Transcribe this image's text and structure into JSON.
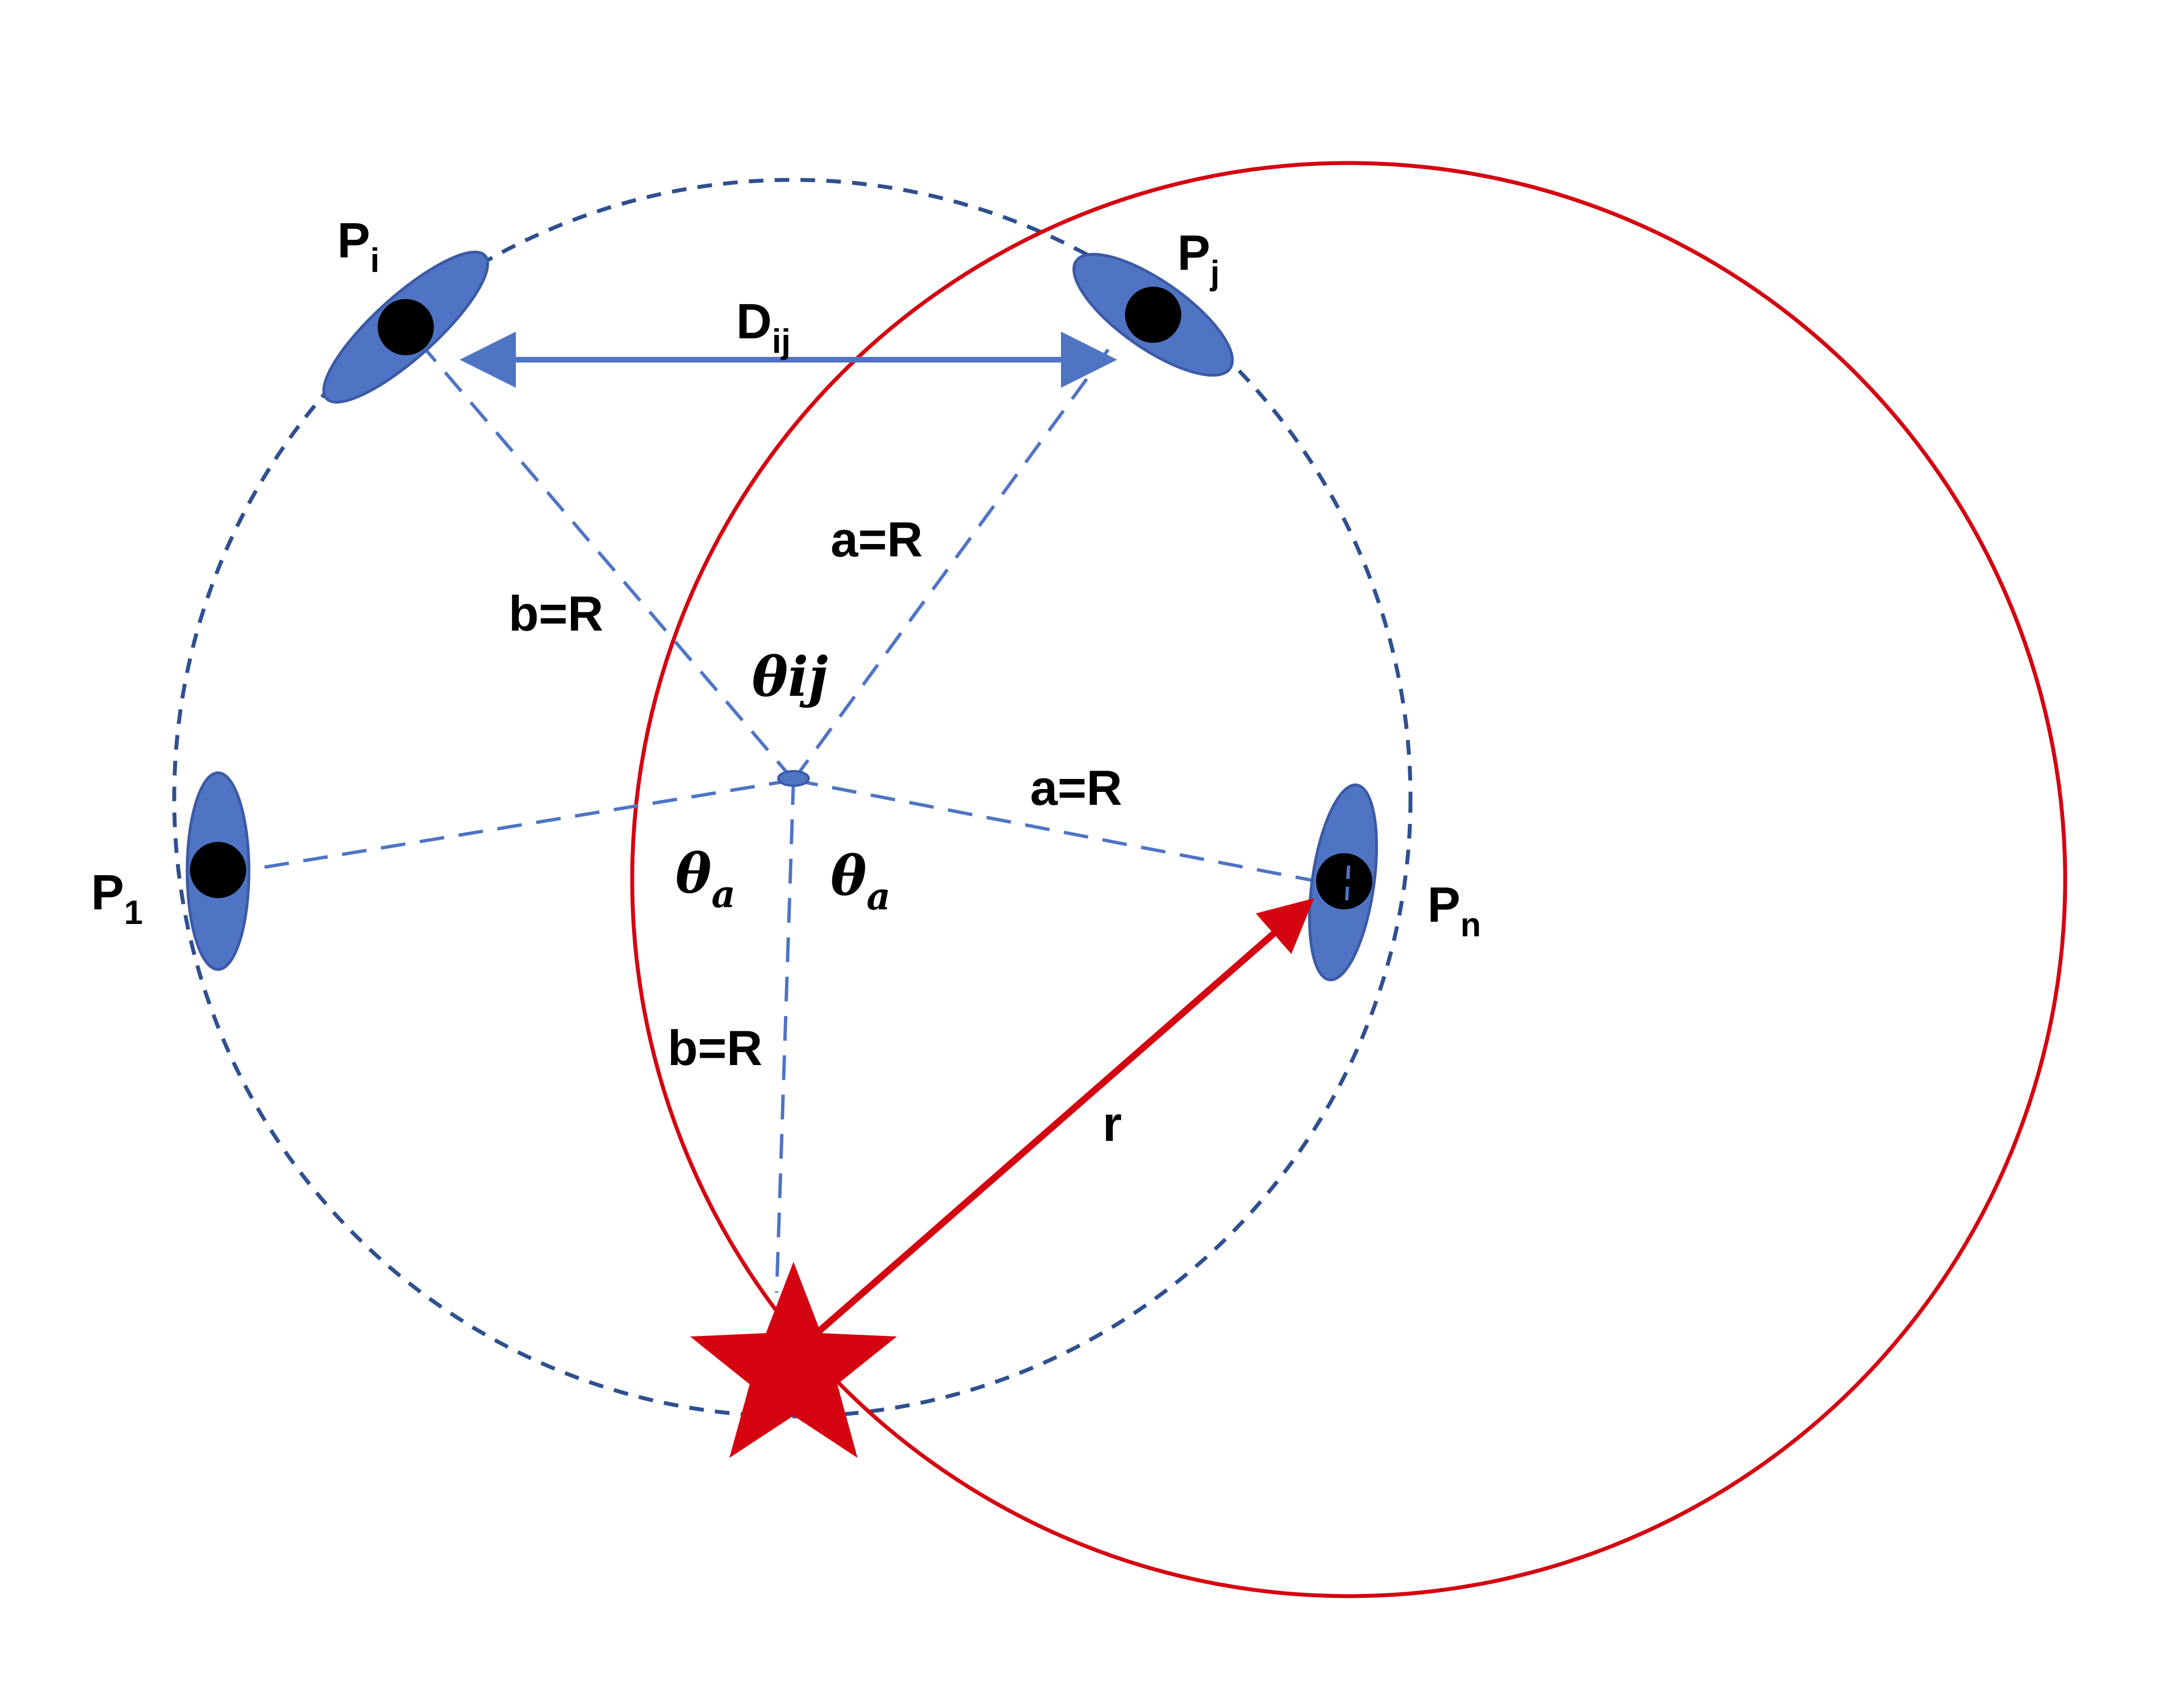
{
  "colors": {
    "node_fill": "#4f74c4",
    "node_stroke": "#3b5aa6",
    "dashed_line": "#4f74c4",
    "circle_dash": "#2f4f8f",
    "red": "#d40511",
    "black": "#000000"
  },
  "labels": {
    "pi": {
      "main": "P",
      "sub": "i"
    },
    "pj": {
      "main": "P",
      "sub": "j"
    },
    "p1": {
      "main": "P",
      "sub": "1"
    },
    "pn": {
      "main": "P",
      "sub": "n"
    },
    "dij": {
      "main": "D",
      "sub": "ij"
    },
    "a_top": "a=R",
    "b_top": "b=R",
    "a_right": "a=R",
    "b_bottom": "b=R",
    "theta_ij": "θij",
    "theta_a_left": {
      "main": "θ",
      "sub": "a"
    },
    "theta_a_right": {
      "main": "θ",
      "sub": "a"
    },
    "r": "r"
  },
  "icons": {
    "sensor": "sensor-ellipse-icon",
    "star": "target-star-icon"
  }
}
